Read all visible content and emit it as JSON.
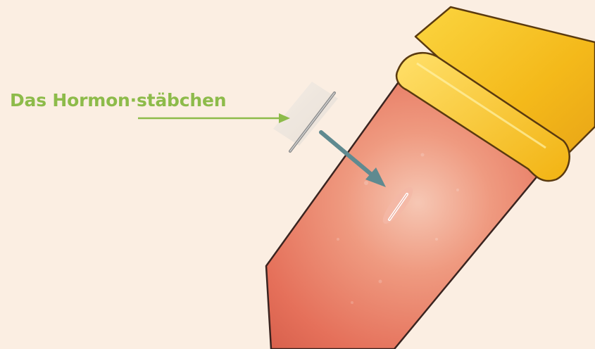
{
  "label": {
    "text": "Das Hormon·stäbchen"
  },
  "colors": {
    "background": "#fbeee2",
    "label": "#8dbb4a",
    "pointer_arrow": "#8dbb4a",
    "insertion_arrow": "#5f8a90",
    "arm_skin": "#e8785f",
    "sleeve": "#f6c21e",
    "implant_rod": "#8e8e8e"
  },
  "icons": {
    "implant": "implant-rod-icon",
    "arm": "upper-arm-illustration",
    "sleeve": "rolled-sleeve-illustration"
  }
}
